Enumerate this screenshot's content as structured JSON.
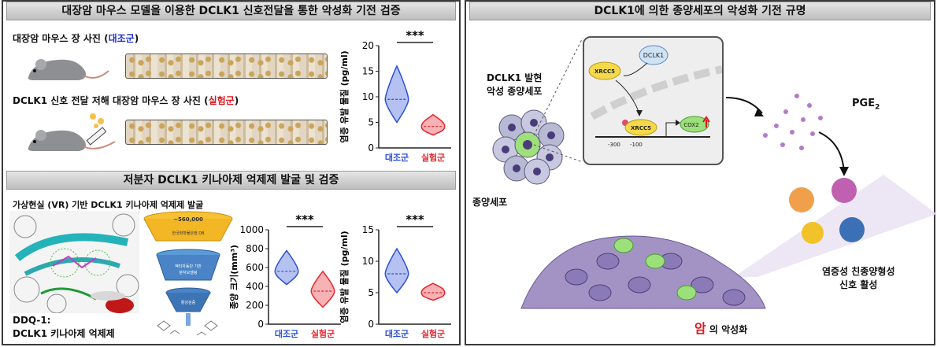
{
  "left": {
    "title1": "대장암 마우스 모델을 이용한 DCLK1 신호전달을 통한 악성화 기전 검증",
    "control_photo_label": "대장암 마우스 장 사진 (",
    "control_photo_group": "대조군",
    "control_photo_close": ")",
    "exp_photo_label": "DCLK1 신호 전달 저해 대장암 마우스 장 사진 (",
    "exp_photo_group": "실험군",
    "exp_photo_close": ")",
    "title2": "저분자 DCLK1 키나아제 억제제 발굴 및 검증",
    "vr_label": "가상현실 (VR) 기반 DCLK1 키나아제 억제제 발굴",
    "funnel_top": "~560,000",
    "funnel_top_sub": "한국화학물은행 DB",
    "funnel_mid": "액티자동단 기반",
    "funnel_mid2": "분자모델링",
    "funnel_bot": "활성검증",
    "compound_name": "DDQ-1:",
    "compound_desc": "DCLK1 키나아제 억제제"
  },
  "right": {
    "title": "DCLK1에 의한 종양세포의 악성화 기전 규명",
    "dclk1_cell_label_1": "DCLK1 발현",
    "dclk1_cell_label_2": "악성 종양세포",
    "tumor_cell_label": "종양세포",
    "pge2_label": "PGE",
    "pge2_sub": "2",
    "inflam_label_1": "염증성 친종양형성",
    "inflam_label_2": "신호 활성",
    "cancer_char": "암",
    "cancer_label": " 의 악성화",
    "node_dclk1": "DCLK1",
    "node_xrcc5": "XRCC5",
    "node_xrcc5_p": "XRCC5",
    "node_cox2": "COX2",
    "promoter_a": "-300",
    "promoter_b": "-100"
  },
  "chart_data": [
    {
      "type": "violin",
      "ylabel": "염증 유발 물질 (pg/ml)",
      "categories": [
        "대조군",
        "실험군"
      ],
      "medians": [
        9.5,
        4.2
      ],
      "ranges": [
        [
          5,
          16
        ],
        [
          2.5,
          6.5
        ]
      ],
      "ylim": [
        0,
        20
      ],
      "yticks": [
        "0",
        "5",
        "10",
        "15",
        "20"
      ],
      "significance": "***",
      "colors": [
        "#2a4fd8",
        "#e8232a"
      ]
    },
    {
      "type": "violin",
      "ylabel": "종양 크기(mm³)",
      "categories": [
        "대조군",
        "실험군"
      ],
      "medians": [
        560,
        350
      ],
      "ranges": [
        [
          420,
          780
        ],
        [
          180,
          560
        ]
      ],
      "ylim": [
        0,
        1000
      ],
      "yticks": [
        "0",
        "200",
        "400",
        "600",
        "800",
        "1000"
      ],
      "significance": "***",
      "colors": [
        "#2a4fd8",
        "#e8232a"
      ]
    },
    {
      "type": "violin",
      "ylabel": "염증 유발 물질 (pg/ml)",
      "categories": [
        "대조군",
        "실험군"
      ],
      "medians": [
        8,
        5
      ],
      "ranges": [
        [
          5,
          12
        ],
        [
          3.8,
          6.5
        ]
      ],
      "ylim": [
        0,
        15
      ],
      "yticks": [
        "0",
        "5",
        "10",
        "15"
      ],
      "significance": "***",
      "colors": [
        "#2a4fd8",
        "#e8232a"
      ]
    }
  ]
}
